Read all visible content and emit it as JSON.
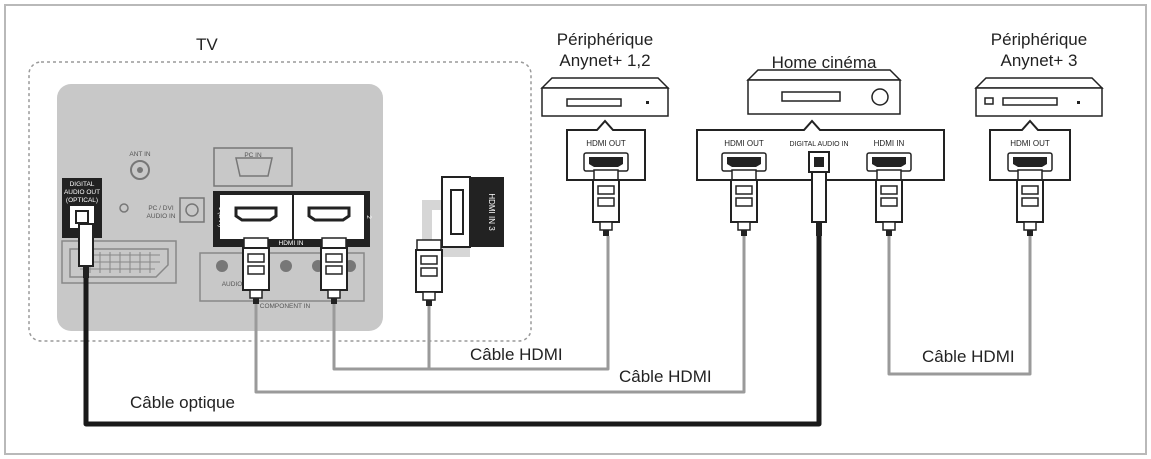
{
  "labels": {
    "tv": "TV",
    "device12_line1": "Périphérique",
    "device12_line2": "Anynet+ 1,2",
    "home_cinema": "Home cinéma",
    "device3_line1": "Périphérique",
    "device3_line2": "Anynet+ 3"
  },
  "panel": {
    "ant_in": "ANT IN",
    "pc_in": "PC IN",
    "digital_audio_out_1": "DIGITAL",
    "digital_audio_out_2": "AUDIO OUT",
    "digital_audio_out_3": "(OPTICAL)",
    "pc_dvi_audio_1": "PC / DVI",
    "pc_dvi_audio_2": "AUDIO IN",
    "hdmi_in_1": "1 (DVI)",
    "hdmi_in_2": "2",
    "hdmi_in": "HDMI IN",
    "hdmi_in_3": "HDMI IN 3",
    "component_in": "COMPONENT IN",
    "audio": "AUDIO"
  },
  "ports": {
    "hdmi_out": "HDMI OUT",
    "digital_audio_in": "DIGITAL AUDIO IN",
    "hdmi_in": "HDMI IN"
  },
  "cables": {
    "hdmi_cable_1": "Câble HDMI",
    "hdmi_cable_2": "Câble HDMI",
    "hdmi_cable_3": "Câble HDMI",
    "optical_cable": "Câble optique"
  },
  "colors": {
    "border": "#b9b9b9",
    "panel": "#c8c8c8",
    "hdmi_cable": "#9a9a9a",
    "optical_cable": "#1a1a1a"
  }
}
